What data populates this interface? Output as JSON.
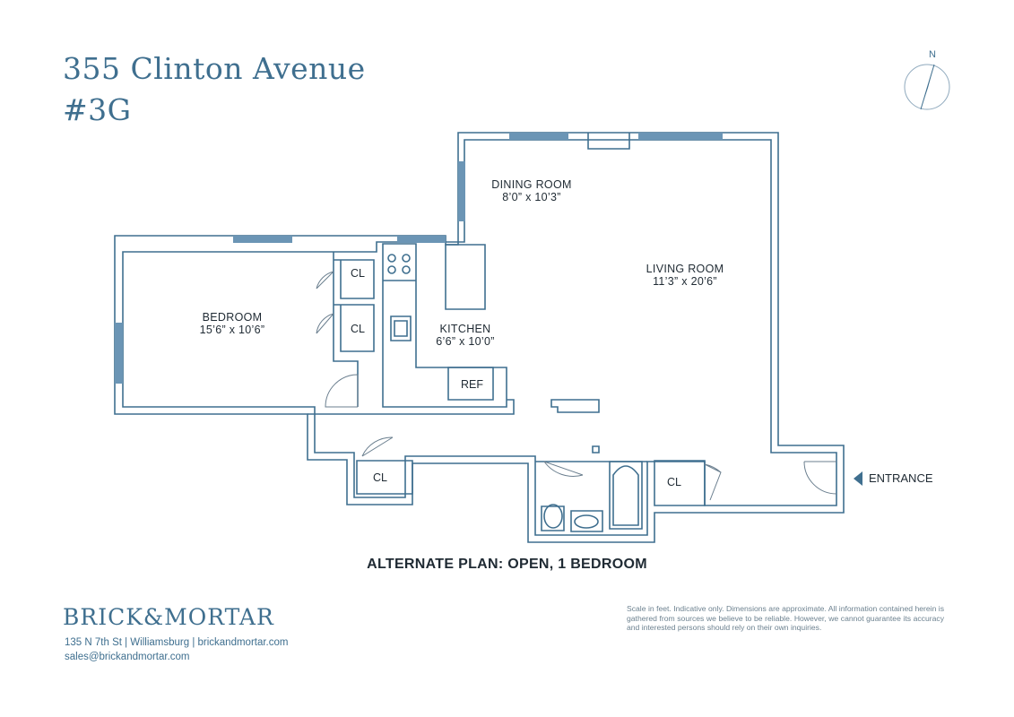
{
  "header": {
    "title_line1": "355 Clinton Avenue",
    "title_line2": "#3G"
  },
  "compass": {
    "label": "N"
  },
  "rooms": {
    "dining": {
      "name": "DINING ROOM",
      "dims": "8’0” x 10’3”"
    },
    "living": {
      "name": "LIVING ROOM",
      "dims": "11’3” x 20’6”"
    },
    "bedroom": {
      "name": "BEDROOM",
      "dims": "15’6” x 10’6”"
    },
    "kitchen": {
      "name": "KITCHEN",
      "dims": "6’6” x 10’0”"
    }
  },
  "fixtures": {
    "closet_label": "CL",
    "ref_label": "REF"
  },
  "entrance_label": "ENTRANCE",
  "caption": "ALTERNATE PLAN: OPEN, 1 BEDROOM",
  "footer": {
    "logo": "BRICK&MORTAR",
    "address": "135 N 7th St | Williamsburg | brickandmortar.com",
    "email": "sales@brickandmortar.com",
    "disclaimer": "Scale in feet. Indicative only. Dimensions are approximate. All information contained herein is gathered from sources we believe to be reliable. However, we cannot guarantee its accuracy and interested persons should rely on their own inquiries."
  },
  "colors": {
    "wall": "#3f6f8f",
    "window": "#6b95b5",
    "text": "#1f2a33"
  }
}
